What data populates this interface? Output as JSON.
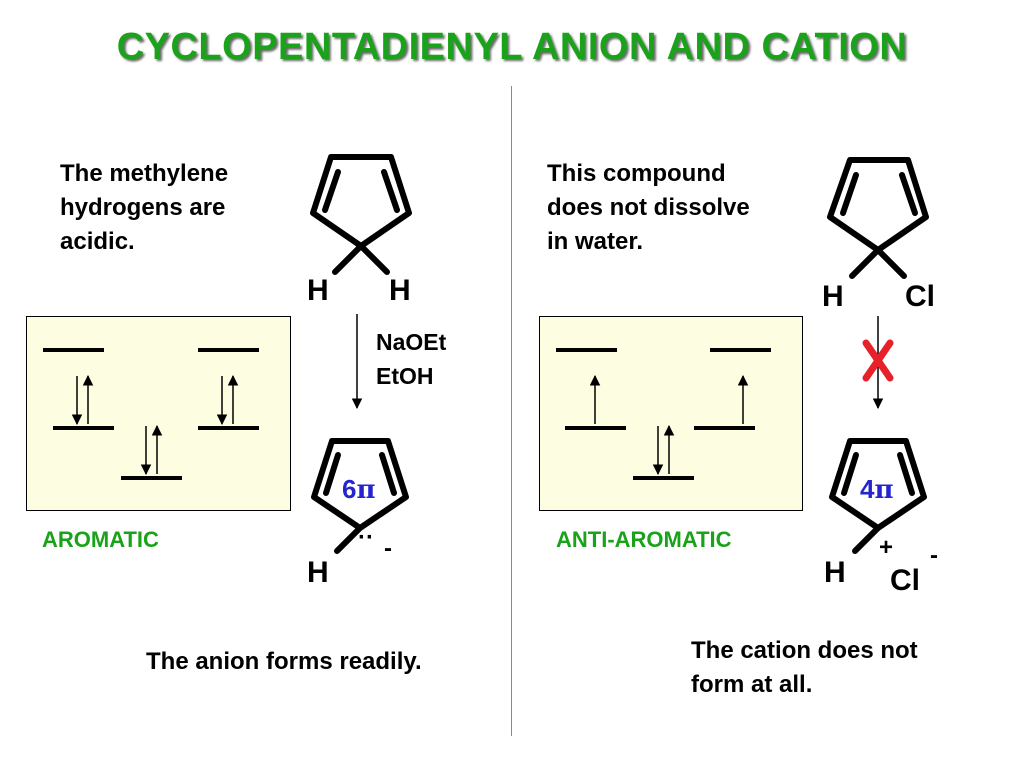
{
  "title": "CYCLOPENTADIENYL ANION AND CATION",
  "left": {
    "note": [
      "The methylene",
      "hydrogens are",
      "acidic."
    ],
    "reactant_atoms": [
      "H",
      "H"
    ],
    "reagents": [
      "NaOEt",
      "EtOH"
    ],
    "product_pi_number": "6",
    "product_pi_symbol": "π",
    "product_charge": "-",
    "product_lone_pair": "··",
    "product_atom": "H",
    "aromaticity": "AROMATIC",
    "conclusion": "The anion forms readily."
  },
  "right": {
    "note": [
      "This compound",
      "does not dissolve",
      "in water."
    ],
    "reactant_atoms": [
      "H",
      "Cl"
    ],
    "no_reaction_mark": "X",
    "product_pi_number": "4",
    "product_pi_symbol": "π",
    "product_cation_charge": "+",
    "product_atom": "H",
    "counterion": "Cl",
    "counterion_charge": "-",
    "aromaticity": "ANTI-AROMATIC",
    "conclusion": [
      "The cation does not",
      "form at all."
    ]
  },
  "colors": {
    "title": "#1aa31a",
    "label": "#1aa31a",
    "pi_text": "#2525cf",
    "no_reaction": "#e8202a",
    "box_fill": "#fdfde1",
    "divider": "#8a8a8a"
  }
}
